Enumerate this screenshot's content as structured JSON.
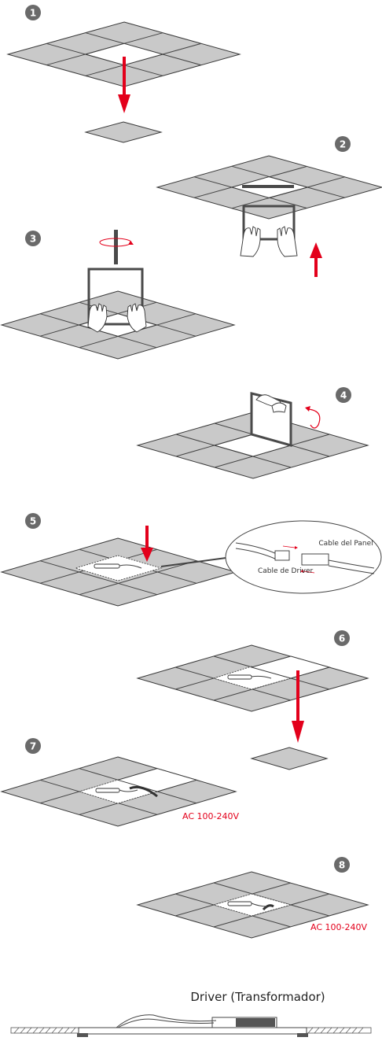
{
  "steps": [
    {
      "number": "1"
    },
    {
      "number": "2"
    },
    {
      "number": "3"
    },
    {
      "number": "4"
    },
    {
      "number": "5"
    },
    {
      "number": "6"
    },
    {
      "number": "7"
    },
    {
      "number": "8"
    }
  ],
  "callout": {
    "cable_panel": "Cable del Panel",
    "cable_driver": "Cable de Driver"
  },
  "voltage": {
    "step7": "AC 100-240V",
    "step8": "AC 100-240V"
  },
  "cross_section": {
    "title": "Driver (Transformador)"
  },
  "colors": {
    "tile": "#c9c9c9",
    "accent": "#e3001b",
    "badge": "#6a6a6a"
  }
}
